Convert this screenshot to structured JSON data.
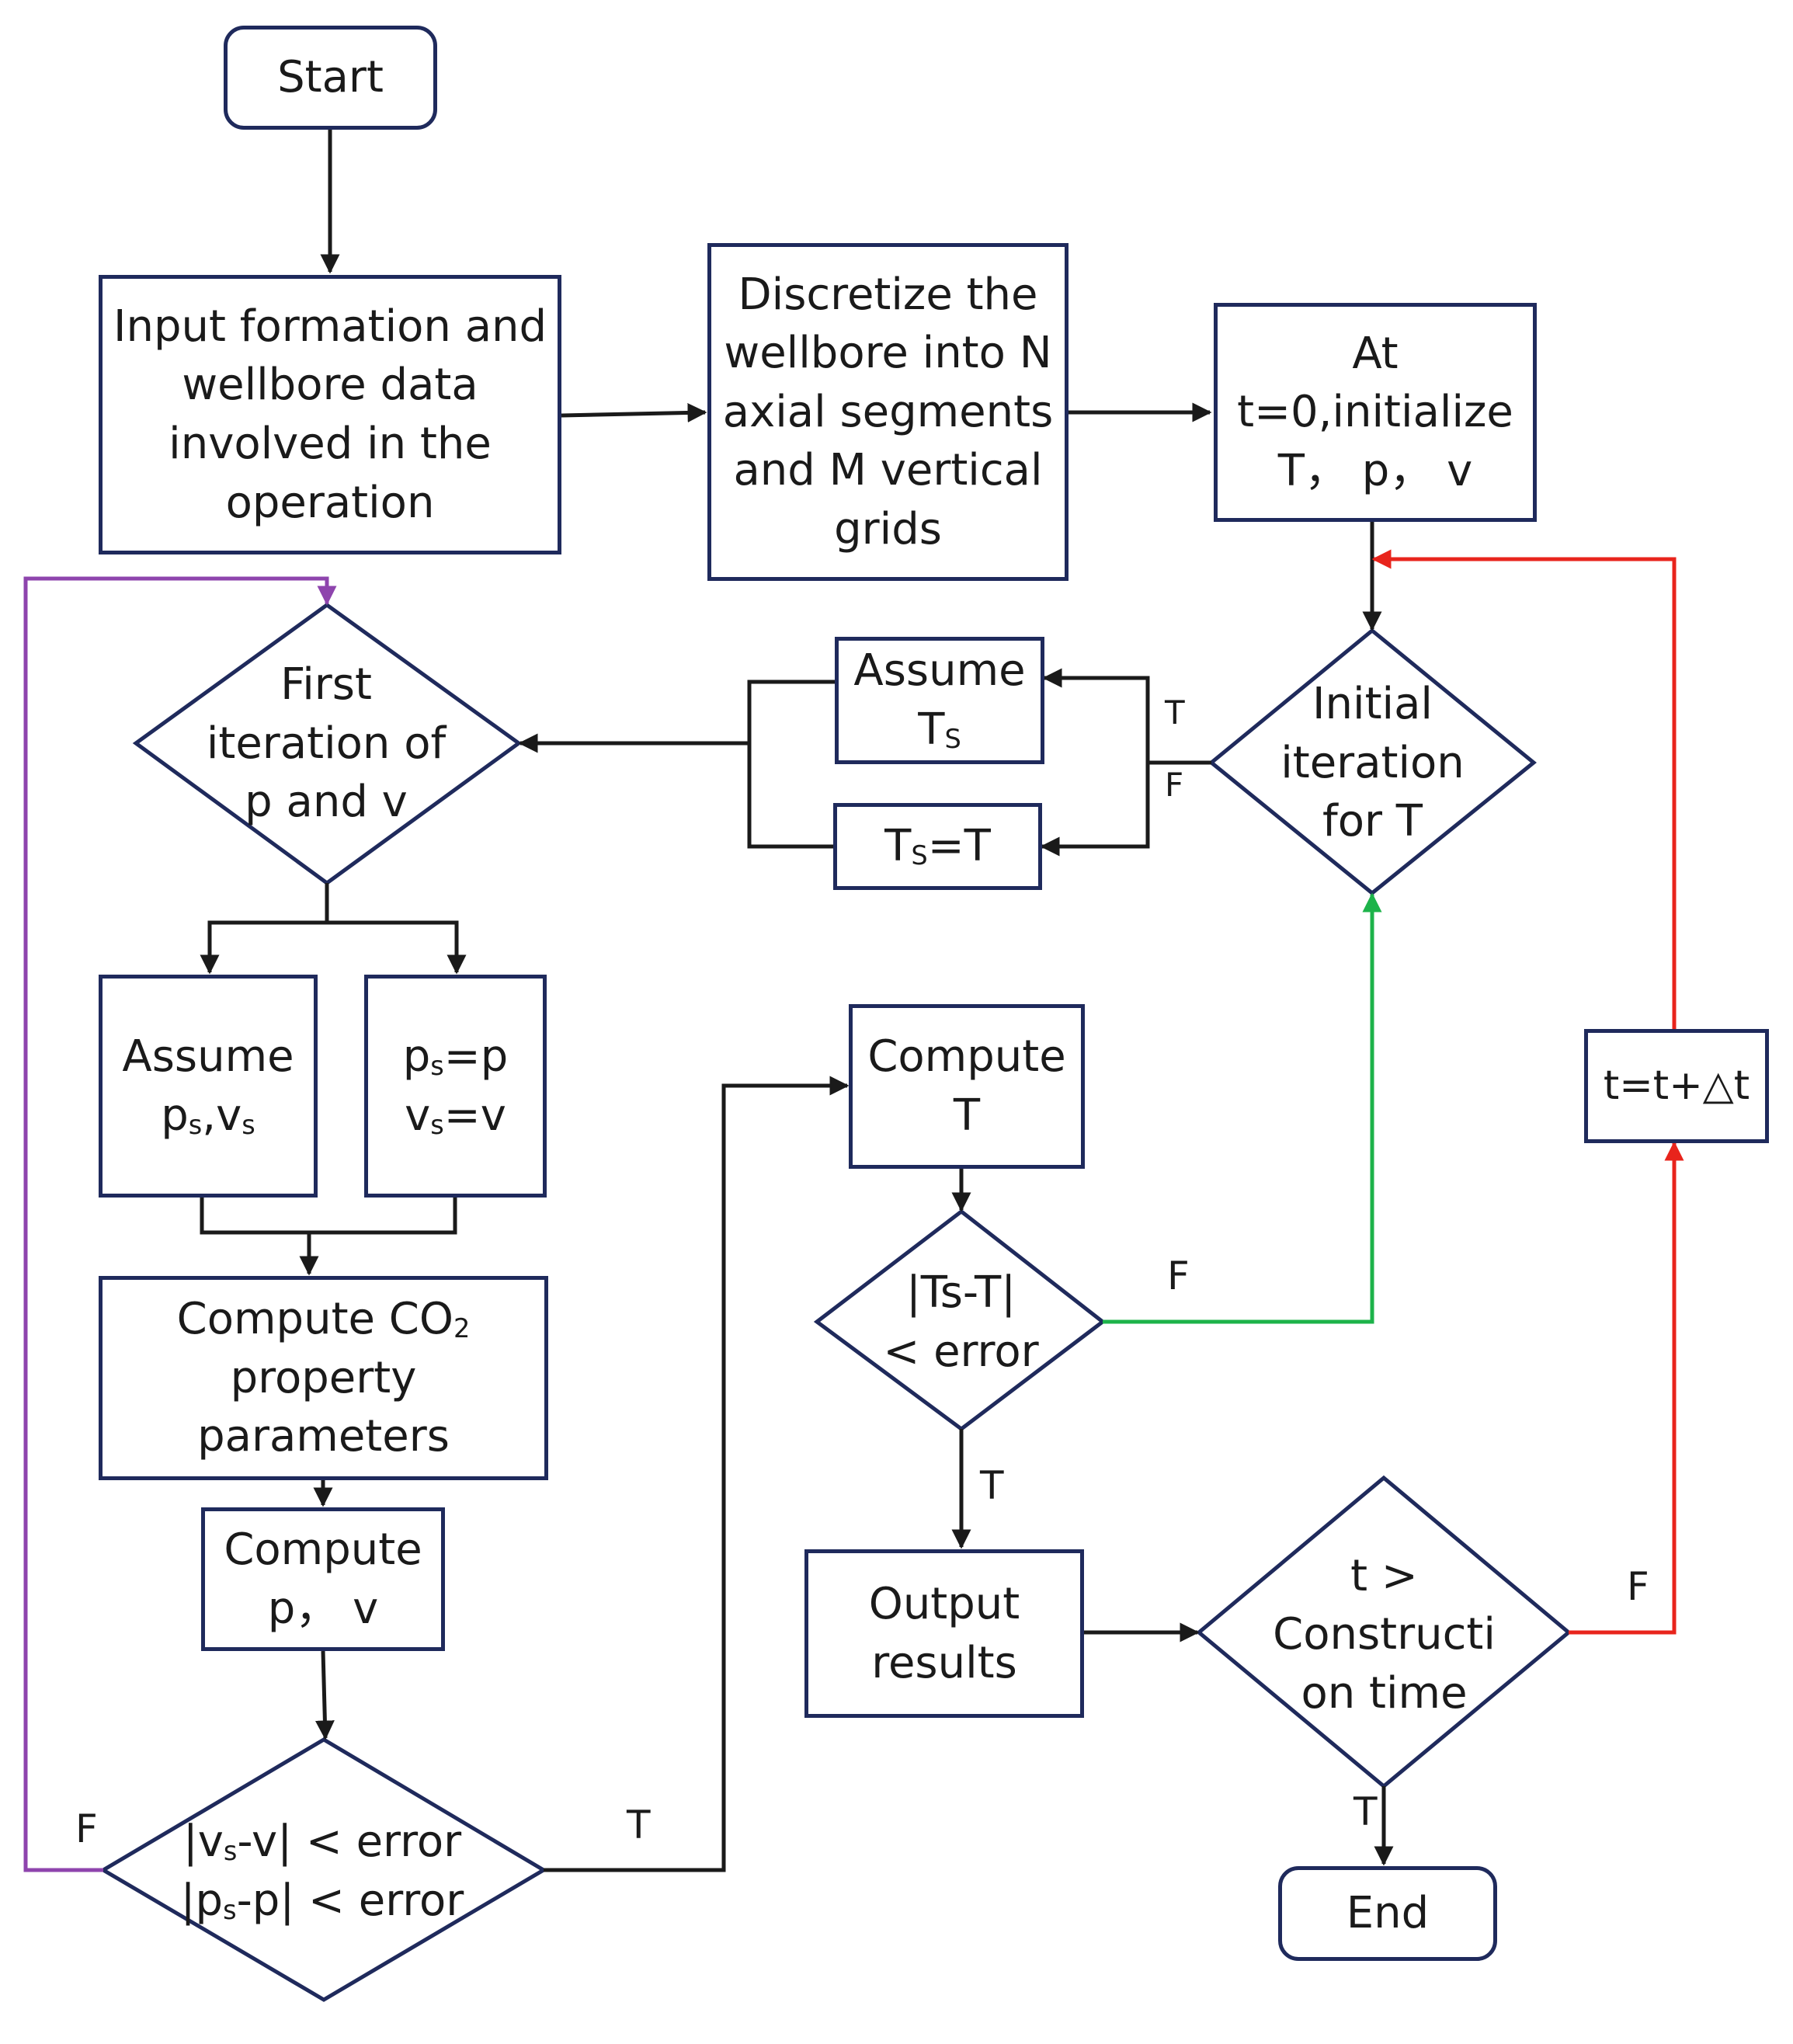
{
  "nodes": {
    "start": "Start",
    "input": [
      "Input formation and",
      "wellbore data",
      "involved in the",
      "operation"
    ],
    "discretize": [
      "Discretize the",
      "wellbore into N",
      "axial segments",
      "and M vertical",
      "grids"
    ],
    "init": [
      "At",
      "t=0,initialize",
      "T， p， v"
    ],
    "initial_iter": [
      "Initial",
      "iteration",
      "for T"
    ],
    "assume_ts_word": "Assume",
    "assume_ts_var": "T",
    "assume_ts_sub": "S",
    "ts_eq_t_pre": "T",
    "ts_eq_t_sub": "S",
    "ts_eq_t_post": "=T",
    "first_iter": [
      "First",
      "iteration of",
      "p and v"
    ],
    "assume_psvs_word": "Assume",
    "assume_psvs_p": "p",
    "assume_psvs_sub1": "s",
    "assume_psvs_mid": ",v",
    "assume_psvs_sub2": "s",
    "ps_p_a": "p",
    "ps_p_sub": "s",
    "ps_p_b": "=p",
    "vs_v_a": "v",
    "vs_v_sub": "s",
    "vs_v_b": "=v",
    "co2_a": "Compute CO",
    "co2_sub": "2",
    "co2_lines": [
      "property",
      "parameters"
    ],
    "compute_pv": [
      "Compute",
      "p， v"
    ],
    "conv_v_a": "|v",
    "conv_v_sub": "s",
    "conv_v_b": "-v| < error",
    "conv_p_a": "|p",
    "conv_p_sub": "s",
    "conv_p_b": "-p| < error",
    "compute_t": [
      "Compute",
      "T"
    ],
    "ts_check": [
      "|Ts-T|",
      "< error"
    ],
    "output": [
      "Output",
      "results"
    ],
    "time_check": [
      "t >",
      "Constructi",
      "on time"
    ],
    "time_step": "t=t+△t",
    "end": "End"
  },
  "labels": {
    "T": "T",
    "F": "F"
  },
  "colors": {
    "box_border": "#1f2a5c",
    "arrow": "#1a1a1a",
    "loop_purple": "#8e44ad",
    "loop_green": "#1db34a",
    "loop_red": "#e8241c"
  }
}
